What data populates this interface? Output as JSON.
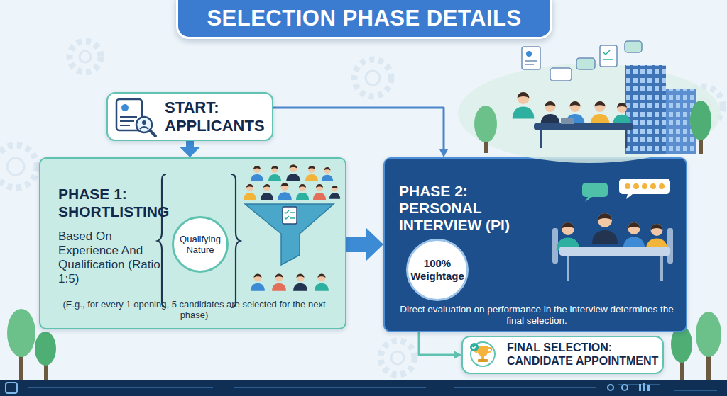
{
  "diagram": {
    "title": "SELECTION PHASE DETAILS",
    "nodes": [
      {
        "text": [
          "START: APPLICANTS"
        ]
      },
      {
        "text": [
          "PHASE 1: SHORTLISTING",
          "Based On Experience And Qualification (Ratio 1:5)",
          "(E.g., for every 1 opening, 5 candidates are selected for the next phase)"
        ]
      },
      {
        "text": [
          "Qualifying Nature"
        ],
        "in": 1
      },
      {
        "text": [
          "PHASE 2: PERSONAL INTERVIEW (PI)",
          "Direct evaluation on performance in the interview determines the final selection."
        ]
      },
      {
        "text": [
          "100% Weightage"
        ],
        "in": 3
      },
      {
        "text": [
          "FINAL SELECTION: CANDIDATE APPOINTMENT"
        ]
      }
    ],
    "edges": [
      {
        "from": 0,
        "to": 1,
        "arrow": "to"
      },
      {
        "from": 0,
        "to": 3,
        "arrow": "to"
      },
      {
        "from": 1,
        "to": 3,
        "arrow": "to"
      },
      {
        "from": 3,
        "to": 5,
        "arrow": "to"
      }
    ]
  }
}
